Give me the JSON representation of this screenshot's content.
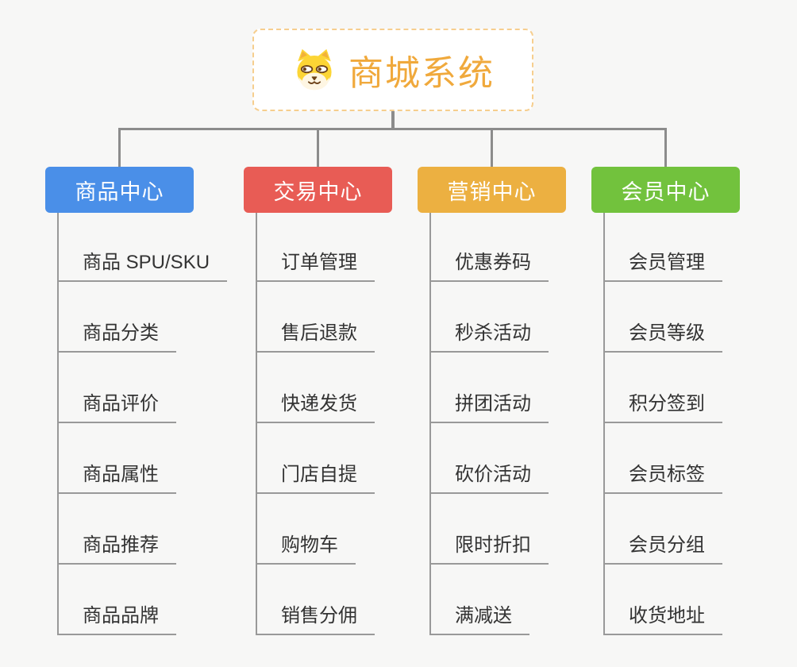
{
  "root": {
    "title": "商城系统",
    "icon": "dog-face-icon"
  },
  "branches": [
    {
      "label": "商品中心",
      "color": "#4a8fe8",
      "children": [
        "商品 SPU/SKU",
        "商品分类",
        "商品评价",
        "商品属性",
        "商品推荐",
        "商品品牌"
      ]
    },
    {
      "label": "交易中心",
      "color": "#e85c55",
      "children": [
        "订单管理",
        "售后退款",
        "快递发货",
        "门店自提",
        "购物车",
        "销售分佣"
      ]
    },
    {
      "label": "营销中心",
      "color": "#ecb041",
      "children": [
        "优惠券码",
        "秒杀活动",
        "拼团活动",
        "砍价活动",
        "限时折扣",
        "满减送"
      ]
    },
    {
      "label": "会员中心",
      "color": "#72c23d",
      "children": [
        "会员管理",
        "会员等级",
        "积分签到",
        "会员标签",
        "会员分组",
        "收货地址"
      ]
    }
  ],
  "colors": {
    "background": "#f7f7f6",
    "root_accent": "#f0a93c",
    "root_border": "#f6ce8e",
    "connector": "#8c8c8c",
    "leaf_line": "#999999",
    "leaf_text": "#333333"
  }
}
